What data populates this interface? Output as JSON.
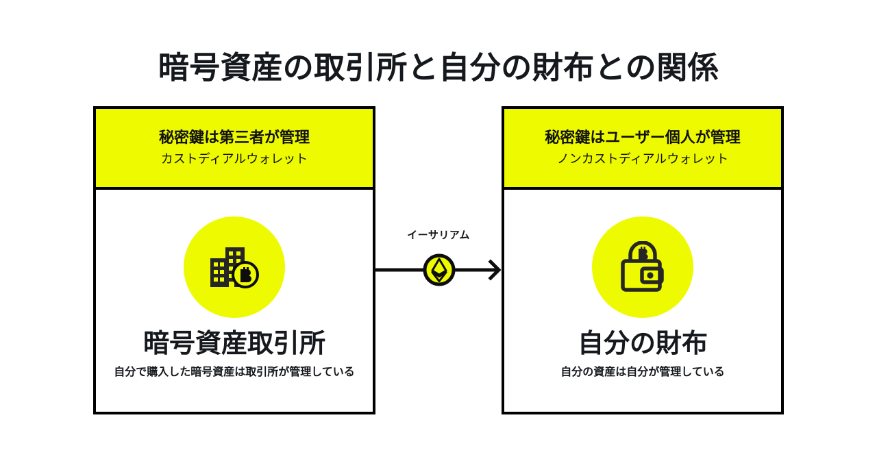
{
  "title": "暗号資産の取引所と自分の財布との関係",
  "colors": {
    "accent_yellow": "#EDFA00",
    "ink": "#15181C",
    "border": "#000000",
    "background": "#FFFFFF"
  },
  "cards": [
    {
      "id": "exchange",
      "header_title": "秘密鍵は第三者が管理",
      "header_subtitle": "カストディアルウォレット",
      "icon": "exchange-building-bitcoin-icon",
      "caption_title": "暗号資産取引所",
      "caption_subtitle": "自分で購入した暗号資産は取引所が管理している"
    },
    {
      "id": "own-wallet",
      "header_title": "秘密鍵はユーザー個人が管理",
      "header_subtitle": "ノンカストディアルウォレット",
      "icon": "locked-wallet-bitcoin-icon",
      "caption_title": "自分の財布",
      "caption_subtitle": "自分の資産は自分が管理している"
    }
  ],
  "connector": {
    "label": "イーサリアム",
    "badge_icon": "ethereum-icon",
    "direction": "left-to-right",
    "arrow_icon": "arrow-right-icon"
  }
}
